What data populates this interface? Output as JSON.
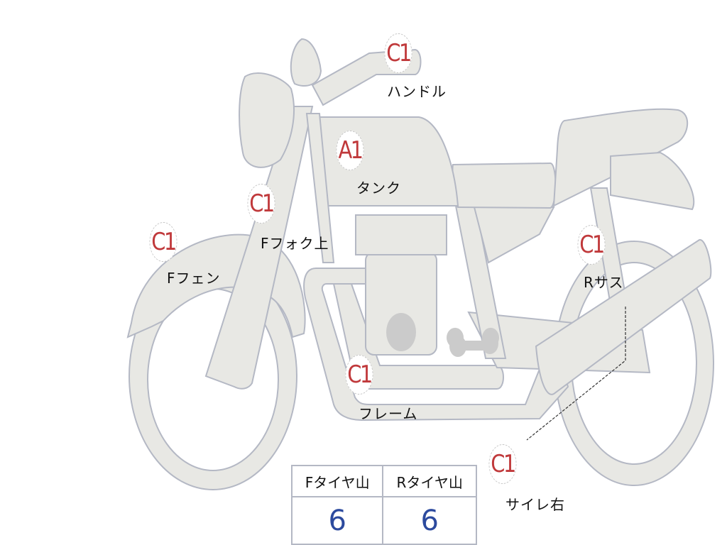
{
  "diagram": {
    "subject": "motorcycle-damage-map",
    "colors": {
      "part_fill": "#e8e8e4",
      "part_stroke": "#b4b8c4",
      "grade_text": "#c0393b",
      "tread_value": "#2c4a9e"
    },
    "markers": [
      {
        "id": "handle",
        "grade": "C1",
        "label": "ハンドル"
      },
      {
        "id": "tank",
        "grade": "A1",
        "label": "タンク"
      },
      {
        "id": "front-fork",
        "grade": "C1",
        "label": "Fフォク上"
      },
      {
        "id": "front-fender",
        "grade": "C1",
        "label": "Fフェン"
      },
      {
        "id": "rear-susp",
        "grade": "C1",
        "label": "Rサス"
      },
      {
        "id": "frame",
        "grade": "C1",
        "label": "フレーム"
      },
      {
        "id": "muffler-r",
        "grade": "C1",
        "label": "サイレ右"
      }
    ]
  },
  "tread_table": {
    "headers": [
      "Fタイヤ山",
      "Rタイヤ山"
    ],
    "values": [
      "6",
      "6"
    ]
  }
}
